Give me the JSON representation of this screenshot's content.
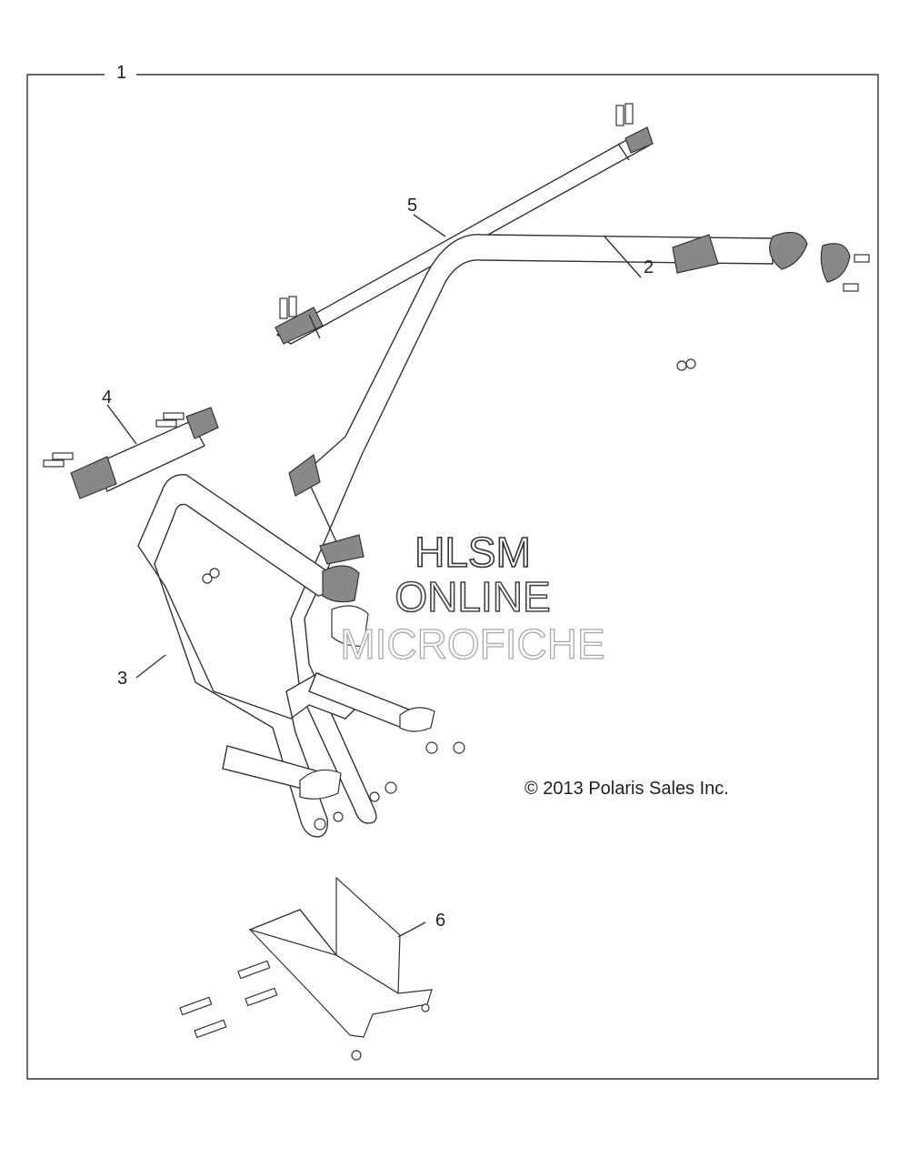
{
  "diagram": {
    "callouts": [
      {
        "id": "1",
        "text": "1"
      },
      {
        "id": "2",
        "text": "2"
      },
      {
        "id": "3",
        "text": "3"
      },
      {
        "id": "4",
        "text": "4"
      },
      {
        "id": "5",
        "text": "5"
      },
      {
        "id": "6",
        "text": "6"
      }
    ],
    "copyright": "© 2013 Polaris Sales Inc.",
    "watermark": {
      "line1": "HLSM",
      "line2": "ONLINE",
      "line3": "MICROFICHE"
    }
  }
}
